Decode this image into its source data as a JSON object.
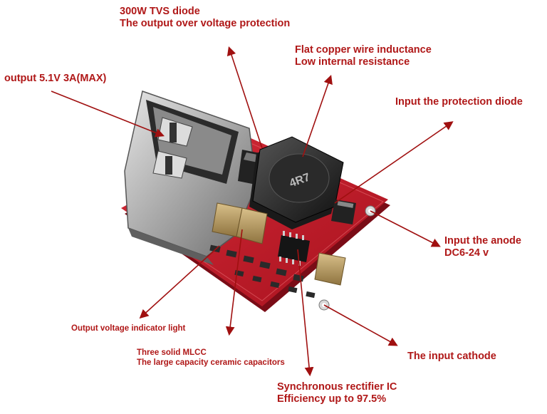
{
  "image": {
    "kind": "product photo of DC-DC buck converter board with USB output"
  },
  "annotations": {
    "tvs": {
      "line1": "300W TVS diode",
      "line2": "The output over voltage protection"
    },
    "output": {
      "line1": "output 5.1V  3A(MAX)"
    },
    "inductor": {
      "line1": "Flat copper wire inductance",
      "line2": "Low internal resistance"
    },
    "protection": {
      "line1": "Input the protection diode"
    },
    "anode": {
      "line1": "Input the anode",
      "line2": "DC6-24 v"
    },
    "led": {
      "line1": "Output voltage indicator light"
    },
    "mlcc": {
      "line1": "Three solid MLCC",
      "line2": "The large capacity ceramic capacitors"
    },
    "cathode": {
      "line1": "The input cathode"
    },
    "sync": {
      "line1": "Synchronous rectifier IC",
      "line2": "Efficiency up to 97.5%"
    }
  },
  "board": {
    "inductor_marking": "4R7"
  },
  "colors": {
    "label": "#b01818",
    "arrow": "#a01010",
    "pcb": "#c8202e",
    "background": "#ffffff"
  }
}
